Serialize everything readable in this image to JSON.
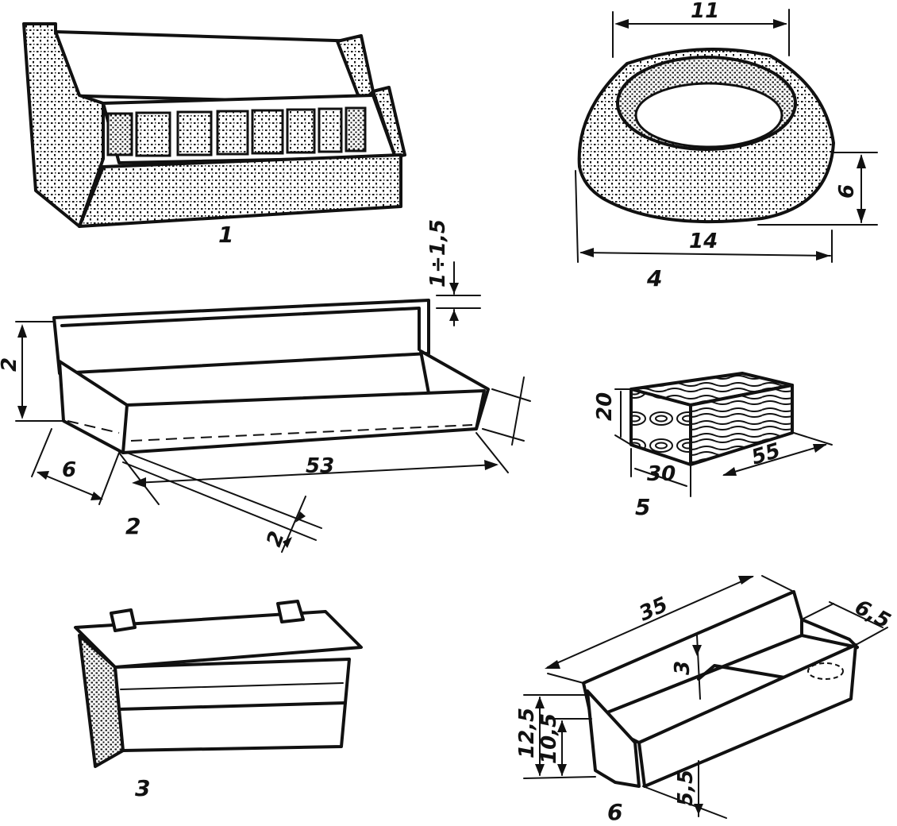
{
  "figures": [
    {
      "label": "1"
    },
    {
      "label": "2",
      "dims": {
        "height": "2",
        "lip": "1÷1,5",
        "depth": "6",
        "length": "53",
        "thickness": "2"
      }
    },
    {
      "label": "3"
    },
    {
      "label": "4",
      "dims": {
        "top": "11",
        "height": "6",
        "bottom": "14"
      }
    },
    {
      "label": "5",
      "dims": {
        "height": "20",
        "width": "30",
        "length": "55"
      }
    },
    {
      "label": "6",
      "dims": {
        "length": "35",
        "width": "6,5",
        "partition": "3",
        "h1": "12,5",
        "h2": "10,5",
        "h3": "5,5"
      }
    }
  ]
}
